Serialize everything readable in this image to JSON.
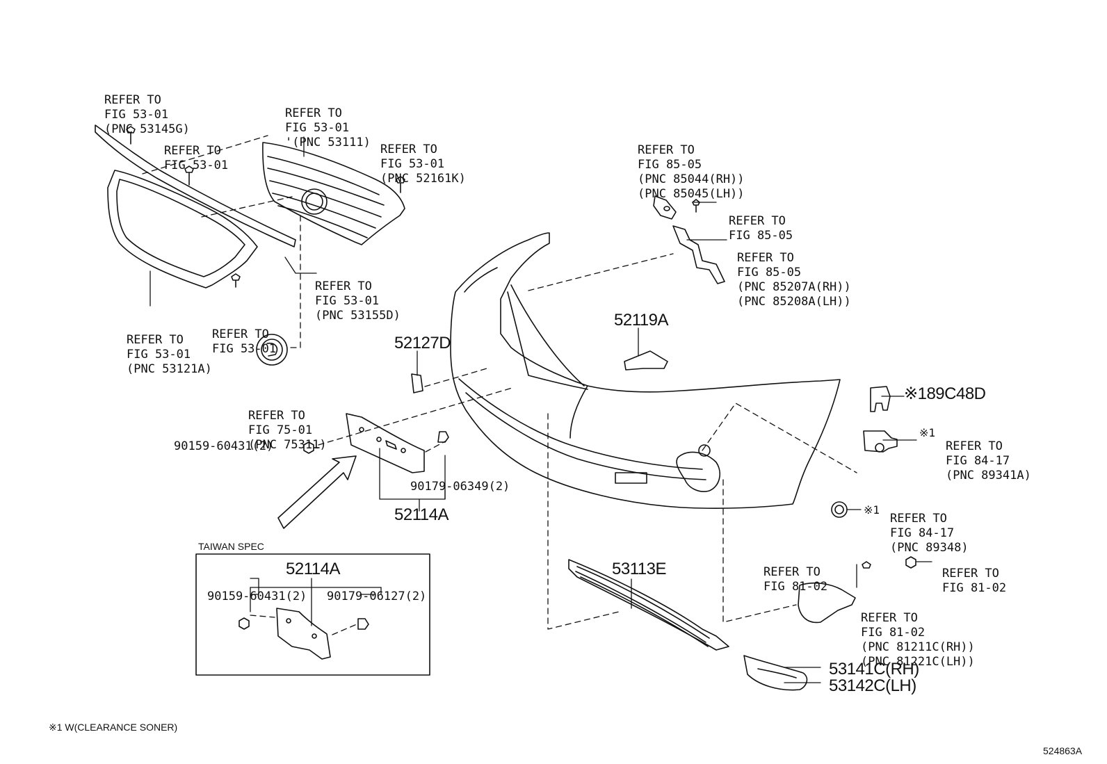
{
  "labels": {
    "ref_53145g": [
      "REFER TO",
      "FIG 53-01",
      "(PNC 53145G)"
    ],
    "ref_53_01_a": [
      "REFER TO",
      "FIG 53-01"
    ],
    "ref_53111": [
      "REFER TO",
      "FIG 53-01",
      "'(PNC 53111)"
    ],
    "ref_52161k": [
      "REFER TO",
      "FIG 53-01",
      "(PNC 52161K)"
    ],
    "ref_53155d": [
      "REFER TO",
      "FIG 53-01",
      "(PNC 53155D)"
    ],
    "ref_53121a": [
      "REFER TO",
      "FIG 53-01",
      "(PNC 53121A)"
    ],
    "ref_53_01_b": [
      "REFER TO",
      "FIG 53-01"
    ],
    "ref_75311": [
      "REFER TO",
      "FIG 75-01",
      "(PNC 75311)"
    ],
    "ref_85044": [
      "REFER TO",
      "FIG 85-05",
      "(PNC 85044(RH))",
      "(PNC 85045(LH))"
    ],
    "ref_85_05_a": [
      "REFER TO",
      "FIG 85-05"
    ],
    "ref_85207a": [
      "REFER TO",
      "FIG 85-05",
      "(PNC 85207A(RH))",
      "(PNC 85208A(LH))"
    ],
    "ref_89341a": [
      "REFER TO",
      "FIG 84-17",
      "(PNC 89341A)"
    ],
    "ref_89348": [
      "REFER TO",
      "FIG 84-17",
      "(PNC 89348)"
    ],
    "ref_81_02_a": [
      "REFER TO",
      "FIG 81-02"
    ],
    "ref_81_02_b": [
      "REFER TO",
      "FIG 81-02"
    ],
    "ref_81211c": [
      "REFER TO",
      "FIG 81-02",
      "(PNC 81211C(RH))",
      "(PNC 81221C(LH))"
    ],
    "mark_89341a": "※1",
    "mark_89348": "※1"
  },
  "parts": {
    "p52119a": "52119A",
    "p52127d": "52127D",
    "p89c48d": "※189C48D",
    "p90159": "90159-60431(2)",
    "p90179": "90179-06349(2)",
    "p52114a": "52114A",
    "p53113e": "53113E",
    "p53141c": "53141C(RH)",
    "p53142c": "53142C(LH)"
  },
  "taiwan": {
    "title": "TAIWAN SPEC",
    "part": "52114A",
    "bolt": "90159-60431(2)",
    "nut": "90179-06127(2)"
  },
  "footnote": "※1 W(CLEARANCE SONER)",
  "illustration_id": "524863A"
}
